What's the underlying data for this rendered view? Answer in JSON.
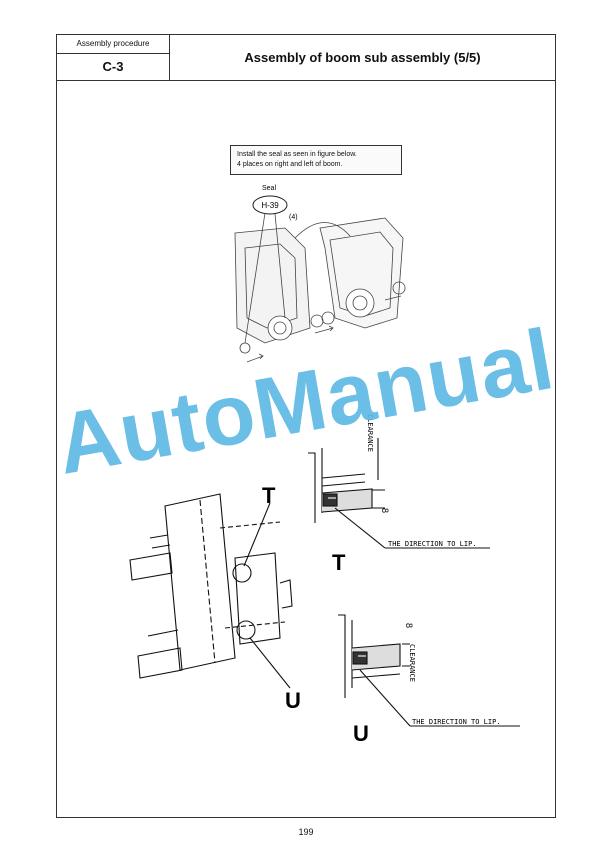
{
  "header": {
    "section_label": "Assembly procedure",
    "section_code": "C-3",
    "title": "Assembly of boom sub assembly (5/5)"
  },
  "instruction": {
    "line1": "Install the seal as seen in figure below.",
    "line2": "4 places on right and left of boom."
  },
  "figure_top": {
    "callout_label": "Seal",
    "part_number": "H-39",
    "quantity": "(4)"
  },
  "figure_bottom": {
    "detail_t": "T",
    "detail_u": "U",
    "clearance_label": "CLEARANCE",
    "dimension_value": "8",
    "lip_direction": "THE DIRECTION TO LIP."
  },
  "watermark": "AutoManual",
  "footer": {
    "page_number": "199"
  }
}
